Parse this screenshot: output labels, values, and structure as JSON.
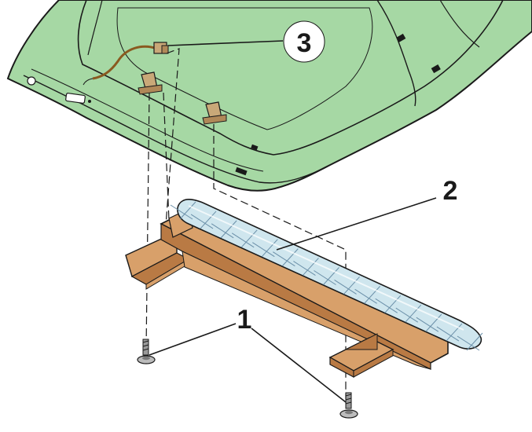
{
  "colors": {
    "panel_fill": "#a6d8a4",
    "panel_dark": "#8cc48a",
    "line": "#1a1a1a",
    "bracket_fill": "#d8a06a",
    "bracket_dark": "#b97a44",
    "lens_fill": "#cfe6ee",
    "lens_grid": "#6a8fa8",
    "wire": "#8a5a20",
    "badge_fill": "#ffffff",
    "background": "#ffffff"
  },
  "callouts": [
    {
      "id": "screws",
      "number": "1"
    },
    {
      "id": "brake-light",
      "number": "2"
    },
    {
      "id": "connector",
      "number": "3"
    }
  ]
}
